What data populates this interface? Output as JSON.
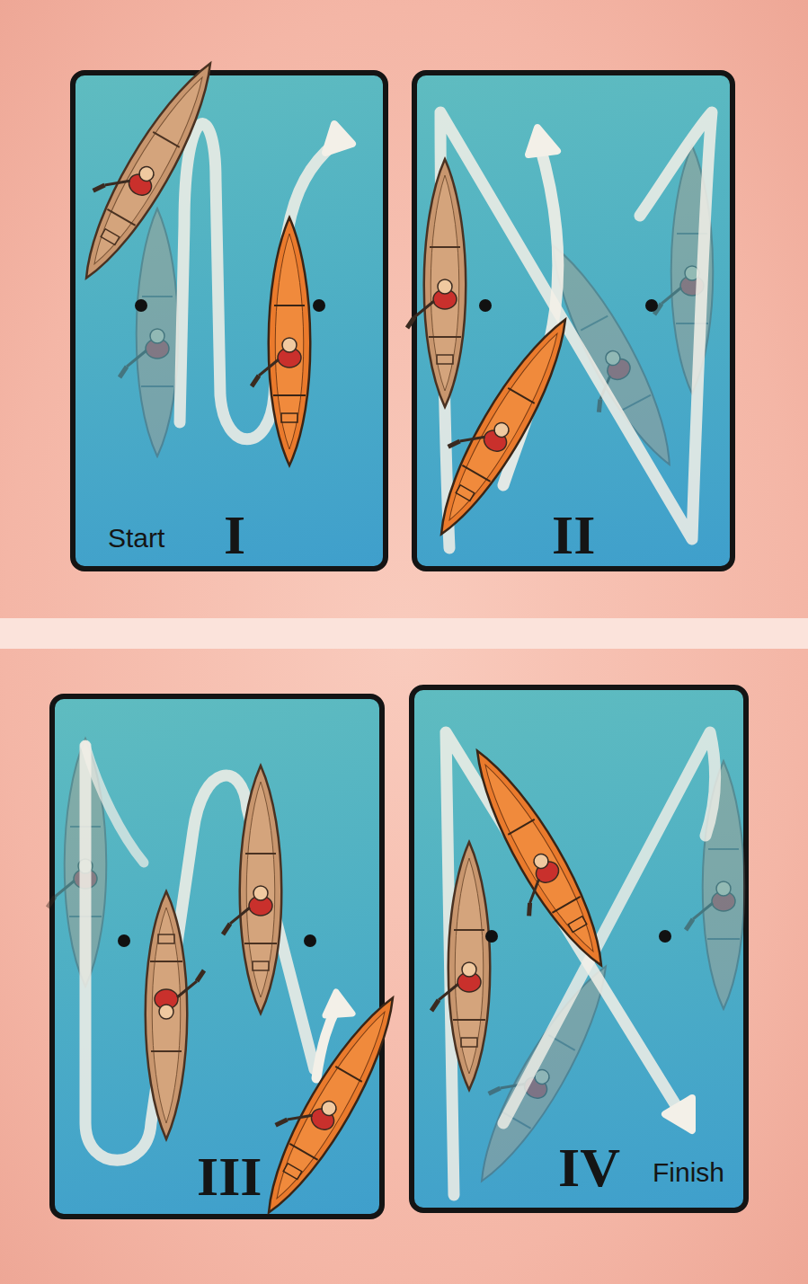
{
  "diagram": {
    "nodes": [
      {
        "text": [
          "Start",
          "I"
        ]
      },
      {
        "text": [
          "II"
        ]
      },
      {
        "text": [
          "III"
        ]
      },
      {
        "text": [
          "IV",
          "Finish"
        ]
      }
    ]
  }
}
